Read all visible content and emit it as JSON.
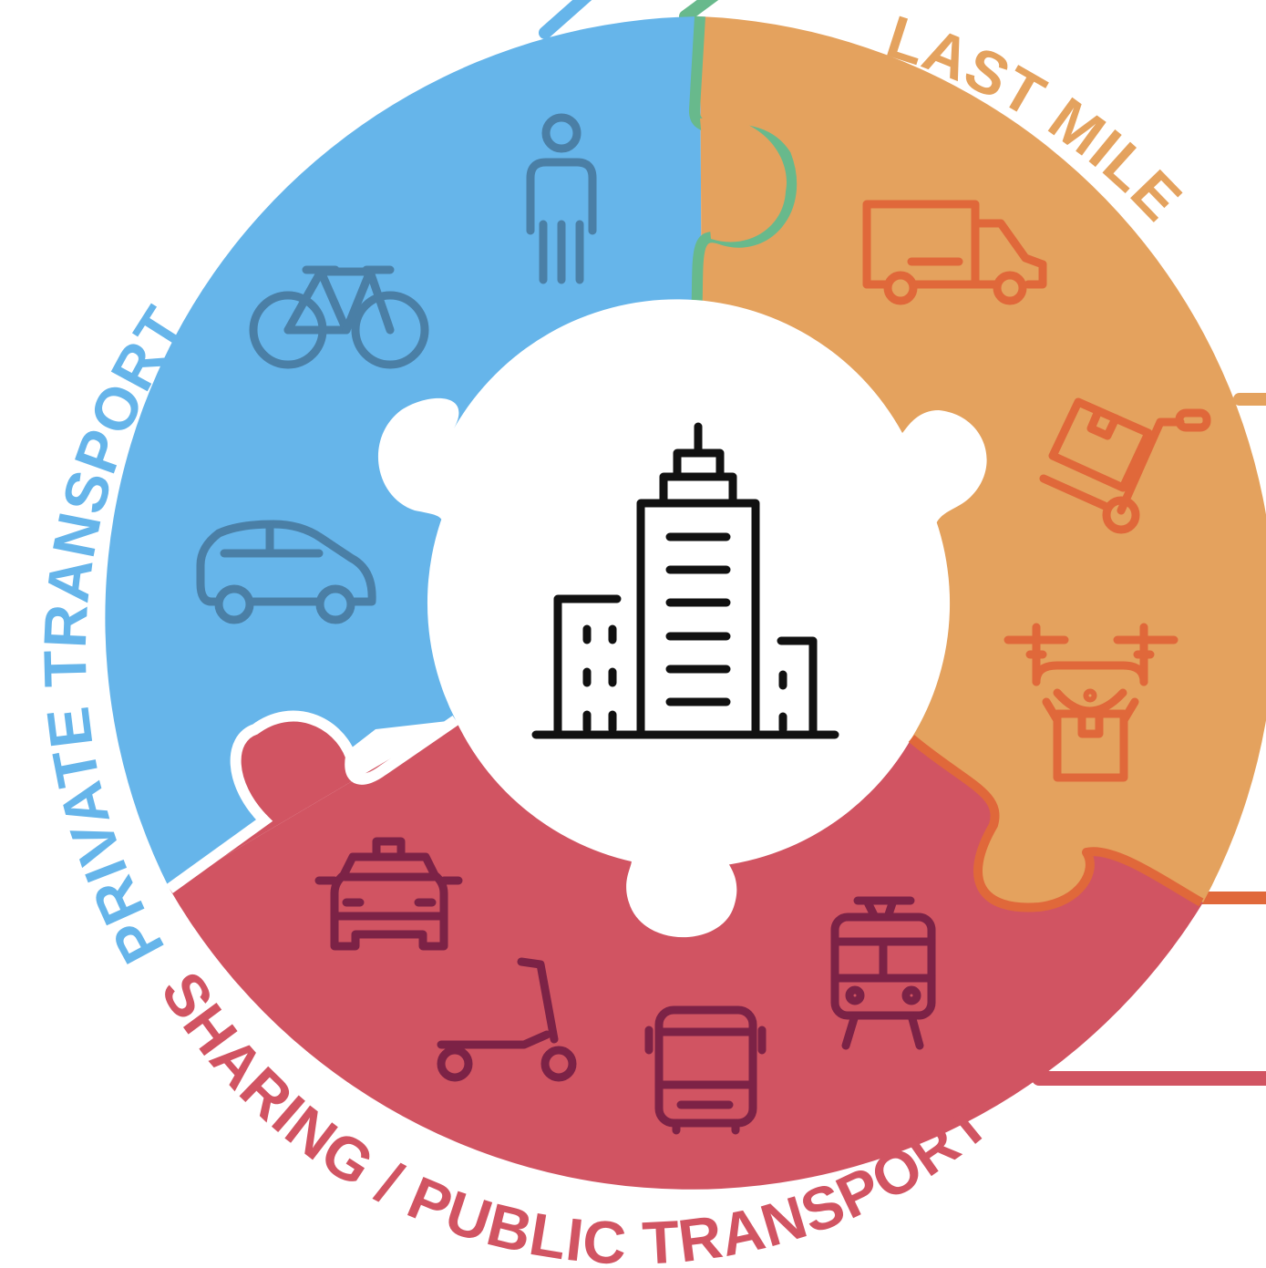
{
  "segments": {
    "private": {
      "label": "PRIVATE TRANSPORT",
      "fill": "#66b5ea",
      "icon_color": "#4a7fa6",
      "label_color": "#66b5ea",
      "icons": [
        "person-icon",
        "bicycle-icon",
        "car-icon"
      ]
    },
    "last_mile": {
      "label": "LAST MILE",
      "fill": "#e4a25e",
      "icon_color": "#e0683a",
      "label_color": "#e4a25e",
      "edge_color": "#68b98c",
      "icons": [
        "delivery-truck-icon",
        "hand-truck-package-icon",
        "delivery-drone-icon"
      ]
    },
    "sharing": {
      "label": "SHARING / PUBLIC TRANSPORT",
      "fill": "#d15462",
      "icon_color": "#7c2246",
      "label_color": "#d15462",
      "edge_color": "#e0683a",
      "icons": [
        "taxi-icon",
        "kick-scooter-icon",
        "bus-icon",
        "tram-icon"
      ]
    }
  },
  "center": {
    "icon": "city-buildings-icon",
    "icon_color": "#111111",
    "background": "#ffffff"
  }
}
